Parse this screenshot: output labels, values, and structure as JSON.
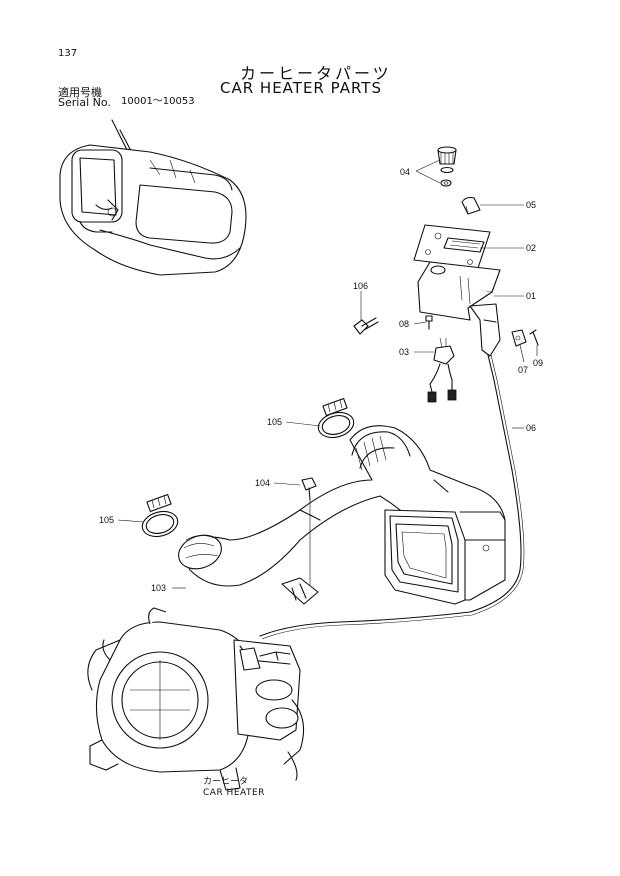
{
  "page": {
    "number": "137",
    "title_jp": "カーヒータパーツ",
    "title_en": "CAR HEATER PARTS",
    "serial_label_jp": "適用号機",
    "serial_label_en": "Serial No.",
    "serial_range": "10001～10053"
  },
  "diagram": {
    "callouts": [
      {
        "id": "04",
        "label": "04"
      },
      {
        "id": "05",
        "label": "05"
      },
      {
        "id": "02",
        "label": "02"
      },
      {
        "id": "01",
        "label": "01"
      },
      {
        "id": "106",
        "label": "106"
      },
      {
        "id": "08",
        "label": "08"
      },
      {
        "id": "03",
        "label": "03"
      },
      {
        "id": "07",
        "label": "07"
      },
      {
        "id": "09",
        "label": "09"
      },
      {
        "id": "06",
        "label": "06"
      },
      {
        "id": "105a",
        "label": "105"
      },
      {
        "id": "104",
        "label": "104"
      },
      {
        "id": "105b",
        "label": "105"
      },
      {
        "id": "103",
        "label": "103"
      }
    ],
    "caption_jp": "カーヒータ",
    "caption_en": "CAR HEATER"
  }
}
